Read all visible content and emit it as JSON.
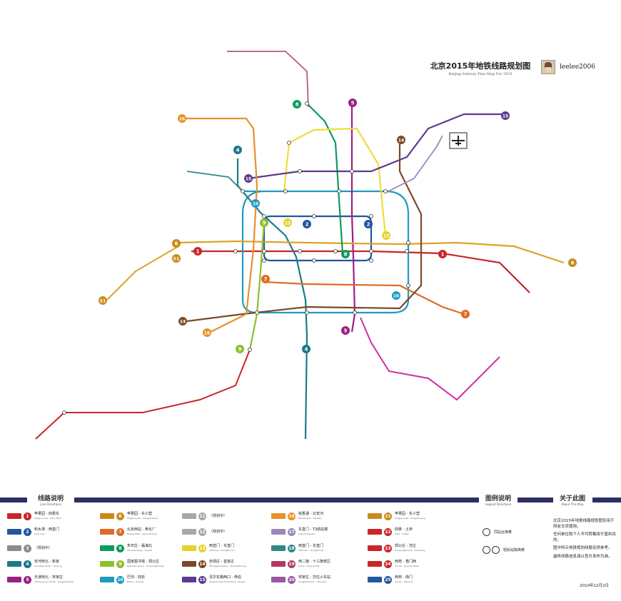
{
  "title": {
    "main": "北京2015年地铁线路规划图",
    "sub": "Beijing Subway Plan Map For 2015"
  },
  "author": "leelee2006",
  "sections": {
    "lines": {
      "title": "线路说明",
      "sub": "Line Directions"
    },
    "legend": {
      "title": "图例说明",
      "sub": "Legend Directions"
    },
    "about": {
      "title": "关于此图",
      "sub": "About This Map"
    }
  },
  "lines": [
    {
      "id": "1",
      "color": "#c8262a",
      "text": "苹果园 - 四惠东",
      "en": "Pingguoyuan - Sihui East"
    },
    {
      "id": "2",
      "color": "#24569e",
      "text": "积水潭 - 西直门",
      "en": "Loop Line"
    },
    {
      "id": "3",
      "color": "#8c8c8c",
      "text": "（规划中）",
      "en": ""
    },
    {
      "id": "4",
      "color": "#1a7a8a",
      "text": "安河桥北 - 新宫",
      "en": "Anheqiao North - Xingong"
    },
    {
      "id": "5",
      "color": "#9c1f84",
      "text": "天通苑北 - 宋家庄",
      "en": "Tiantongyuan North - Songjiazhuang"
    },
    {
      "id": "6",
      "color": "#c98a1a",
      "text": "苹果园 - 东小营",
      "en": "Pingguoyuan - Dongxiaoying"
    },
    {
      "id": "7",
      "color": "#e06a25",
      "text": "北京西站 - 焦化厂",
      "en": "Beijing West - Jiaohuachang"
    },
    {
      "id": "8",
      "color": "#0d9a5e",
      "text": "朱辛庄 - 瀛海北",
      "en": "Zhuxinzhuang - Yinghai"
    },
    {
      "id": "9",
      "color": "#8dbf2e",
      "text": "国家图书馆 - 郭公庄",
      "en": "National Library - Guogongzhuang"
    },
    {
      "id": "10",
      "color": "#1f9bbf",
      "text": "巴沟 - 劲松",
      "en": "Bagou - Jinsong"
    },
    {
      "id": "11",
      "color": "#a8a8a8",
      "text": "（规划中）",
      "en": ""
    },
    {
      "id": "12",
      "color": "#a8a8a8",
      "text": "（规划中）",
      "en": ""
    },
    {
      "id": "13",
      "color": "#e6d32a",
      "text": "西直门 - 东直门",
      "en": "Xizhimen - Dongzhimen"
    },
    {
      "id": "14",
      "color": "#7a4a2a",
      "text": "张郭庄 - 善各庄",
      "en": "Zhangguozhuang - Shangezhuang"
    },
    {
      "id": "15",
      "color": "#5c3a8f",
      "text": "清华东路西口 - 俸伯",
      "en": "Qinghua East Road West - Fengbo"
    },
    {
      "id": "16",
      "color": "#e7912a",
      "text": "稻香湖 - 北安河",
      "en": "Daoxianghu - Beianhe"
    },
    {
      "id": "17",
      "color": "#9a88b8",
      "text": "东直门 - T3航站楼",
      "en": "Airport Express"
    },
    {
      "id": "18",
      "color": "#2f8a86",
      "text": "西直门 - 东直门",
      "en": "Xizhimen - Dongzhimen"
    },
    {
      "id": "19",
      "color": "#b03a5c",
      "text": "西二旗 - 十三陵景区",
      "en": "Xierqi - Ming Tombs"
    },
    {
      "id": "20",
      "color": "#9a58a0",
      "text": "宋家庄 - 亦庄火车站",
      "en": "Songjiazhuang - Yizhuang"
    },
    {
      "id": "21",
      "color": "#c98a1a",
      "text": "苹果园 - 东小营",
      "en": "Pingguoyuan - Dongxiaoying"
    },
    {
      "id": "22",
      "color": "#c8262a",
      "text": "四惠 - 土桥",
      "en": "Sihui - Tuqiao"
    },
    {
      "id": "23",
      "color": "#c8262a",
      "text": "郭公庄 - 苏庄",
      "en": "Guogongzhuang - Suzhuang"
    },
    {
      "id": "24",
      "color": "#c8262a",
      "text": "西苑 - 角门西",
      "en": "Xiyuan - Jiaomen West"
    },
    {
      "id": "25",
      "color": "#24569e",
      "text": "西苑 - 南门",
      "en": "Xiyuan - Nanmen"
    }
  ],
  "legend": {
    "transfer": {
      "text": "同站台换乘",
      "en": "Transfer the same site"
    },
    "cross": {
      "text": "轻轨站跨换乘",
      "en": "Transfer cross stations"
    }
  },
  "about": {
    "p1": "北京2015年地铁线路规划图仅用于网友交流使用。",
    "p2": "任何单位和个人不可转载用于盈利目的。",
    "p3": "图中所示地铁规划线路仅供参考。",
    "p4": "最终线路信息请以官方发布为准。",
    "date": "2010年12月2日"
  },
  "map_labels": {
    "badges": [
      {
        "text": "1",
        "color": "#c8262a"
      },
      {
        "text": "2",
        "color": "#24569e"
      },
      {
        "text": "4",
        "color": "#1a7a8a"
      },
      {
        "text": "5",
        "color": "#9c1f84"
      },
      {
        "text": "6",
        "color": "#c98a1a"
      },
      {
        "text": "7",
        "color": "#e06a25"
      },
      {
        "text": "8",
        "color": "#0d9a5e"
      },
      {
        "text": "9",
        "color": "#8dbf2e"
      },
      {
        "text": "10",
        "color": "#1f9bbf"
      },
      {
        "text": "13",
        "color": "#e6d32a"
      },
      {
        "text": "14",
        "color": "#7a4a2a"
      },
      {
        "text": "15",
        "color": "#5c3a8f"
      },
      {
        "text": "16",
        "color": "#e7912a"
      },
      {
        "text": "S1",
        "color": "#c98a1a"
      }
    ]
  }
}
